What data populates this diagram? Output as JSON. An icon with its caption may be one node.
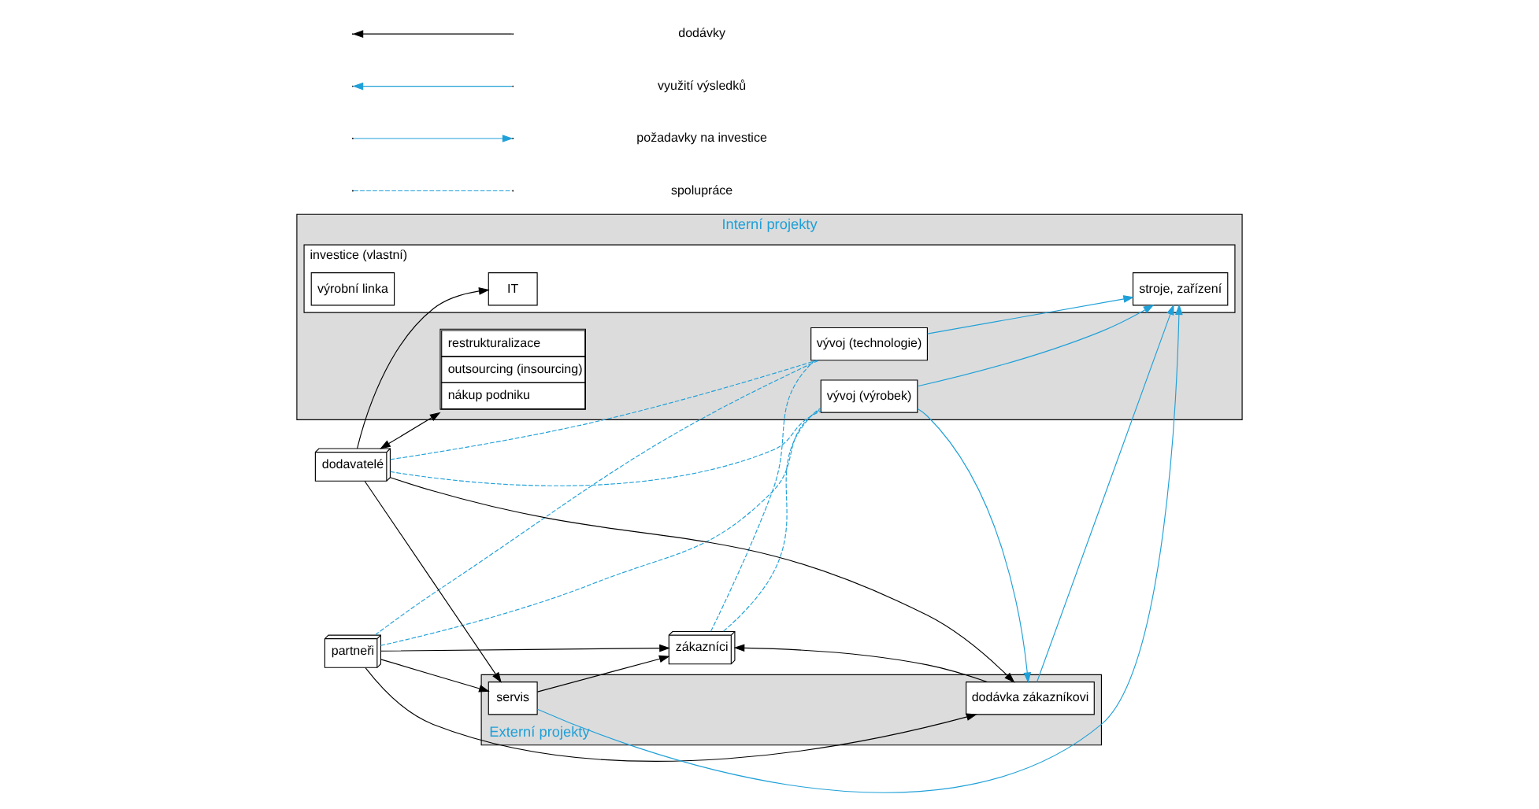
{
  "diagram": {
    "nodes": [
      {
        "text": [
          "zákazníci"
        ]
      },
      {
        "text": [
          "partneři"
        ]
      },
      {
        "text": [
          "Externí projekty"
        ]
      },
      {
        "text": [
          "dodávka zákazníkovi"
        ],
        "in": 2
      },
      {
        "text": [
          "servis"
        ],
        "in": 2
      },
      {
        "text": [
          "Interní projekty"
        ]
      },
      {
        "text": [
          "vývoj (výrobek)"
        ],
        "in": 5
      },
      {
        "text": [
          "vývoj (technologie)"
        ],
        "in": 5
      },
      {
        "text": [
          "investice (vlastní)"
        ],
        "in": 5
      },
      {
        "text": [
          "stroje, zařízení"
        ],
        "in": 8
      },
      {
        "text": [
          "výrobní linka"
        ],
        "in": 8
      },
      {
        "text": [
          "IT"
        ],
        "in": 8
      },
      {
        "text": [
          "restrukturalizace",
          "outsourcing (insourcing)",
          "nákup podniku"
        ],
        "in": 5
      },
      {
        "text": [
          "dodavatelé"
        ]
      }
    ],
    "edges": [
      {
        "from": 3,
        "to": 0,
        "arrow": "to",
        "color": "#000000"
      },
      {
        "from": 4,
        "to": 0,
        "arrow": "to",
        "color": "#000000"
      },
      {
        "from": 1,
        "to": 0,
        "arrow": "to",
        "color": "#000000"
      },
      {
        "from": 1,
        "to": 3,
        "arrow": "to",
        "color": "#000000"
      },
      {
        "from": 1,
        "to": 4,
        "arrow": "to",
        "color": "#000000"
      },
      {
        "from": 13,
        "to": 3,
        "arrow": "to",
        "color": "#000000"
      },
      {
        "from": 13,
        "to": 4,
        "arrow": "to",
        "color": "#000000"
      },
      {
        "from": 13,
        "to": 11,
        "arrow": "to",
        "color": "#000000"
      },
      {
        "from": 13,
        "to": 12,
        "arrow": "both",
        "color": "#000000"
      },
      {
        "from": 6,
        "to": 3,
        "arrow": "to",
        "color": "#1fa0d8"
      },
      {
        "from": 3,
        "to": 9,
        "arrow": "to",
        "color": "#1fa0d8"
      },
      {
        "from": 4,
        "to": 9,
        "arrow": "to",
        "color": "#1fa0d8"
      },
      {
        "from": 6,
        "to": 9,
        "arrow": "to",
        "color": "#1fa0d8"
      },
      {
        "from": 7,
        "to": 9,
        "arrow": "to",
        "color": "#1fa0d8"
      },
      {
        "from": 0,
        "to": 6,
        "arrow": "none",
        "style": "dashed",
        "color": "#1fa0d8"
      },
      {
        "from": 1,
        "to": 6,
        "arrow": "none",
        "style": "dashed",
        "color": "#1fa0d8"
      },
      {
        "from": 0,
        "to": 7,
        "arrow": "none",
        "style": "dashed",
        "color": "#1fa0d8"
      },
      {
        "from": 1,
        "to": 7,
        "arrow": "none",
        "style": "dashed",
        "color": "#1fa0d8"
      },
      {
        "from": 13,
        "to": 6,
        "arrow": "none",
        "style": "dashed",
        "color": "#1fa0d8"
      },
      {
        "from": 13,
        "to": 7,
        "arrow": "none",
        "style": "dashed",
        "color": "#1fa0d8"
      }
    ],
    "legend": [
      {
        "text": "dodávky"
      },
      {
        "text": "využití výsledků"
      },
      {
        "text": "požadavky na investice"
      },
      {
        "text": "spolupráce"
      }
    ]
  }
}
